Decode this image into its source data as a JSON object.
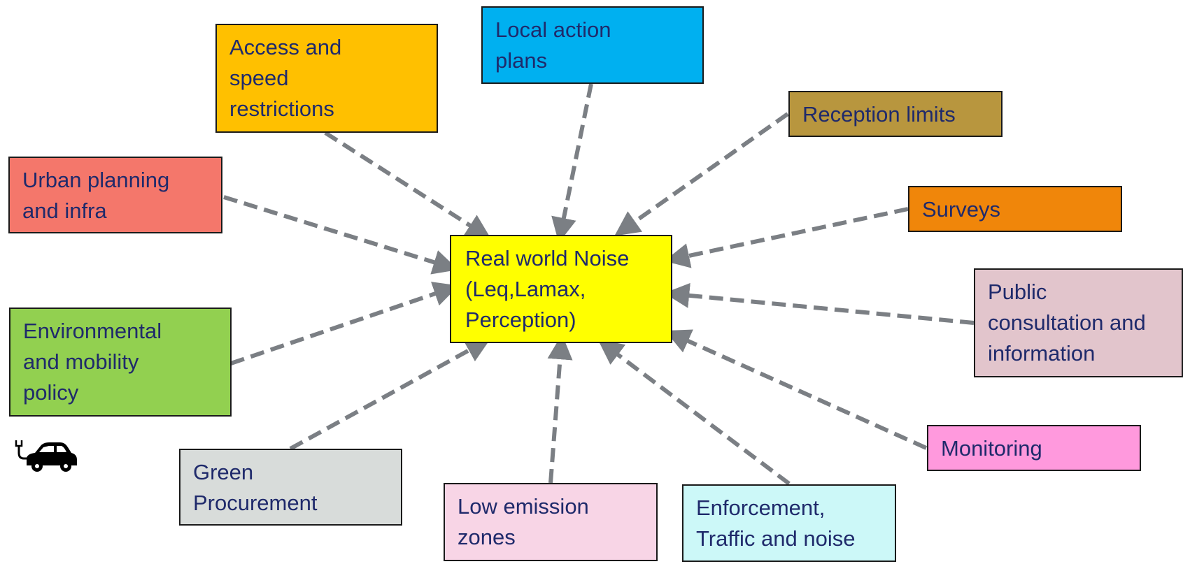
{
  "center": {
    "label": "Real world Noise\n(Leq,Lamax,\nPerception)",
    "color": "#ffff00"
  },
  "nodes": [
    {
      "id": "access-speed-restrictions",
      "label": "Access and\nspeed\nrestrictions",
      "color": "#ffc000"
    },
    {
      "id": "local-action-plans",
      "label": "Local action\nplans",
      "color": "#00b0f0"
    },
    {
      "id": "reception-limits",
      "label": "Reception limits",
      "color": "#b8963e"
    },
    {
      "id": "urban-planning-infra",
      "label": "Urban planning\nand infra",
      "color": "#f4776b"
    },
    {
      "id": "surveys",
      "label": "Surveys",
      "color": "#f0860a"
    },
    {
      "id": "public-consultation",
      "label": "Public\nconsultation and\ninformation",
      "color": "#e2c5cc"
    },
    {
      "id": "environmental-mobility-policy",
      "label": "Environmental\nand mobility\npolicy",
      "color": "#92d050"
    },
    {
      "id": "monitoring",
      "label": "Monitoring",
      "color": "#ff99dd"
    },
    {
      "id": "green-procurement",
      "label": "Green\nProcurement",
      "color": "#d8dcda"
    },
    {
      "id": "low-emission-zones",
      "label": "Low emission\nzones",
      "color": "#f8d5e6"
    },
    {
      "id": "enforcement-traffic-noise",
      "label": "Enforcement,\nTraffic and noise",
      "color": "#ccf8f8"
    }
  ],
  "connector_color": "#7b7f84",
  "icons": {
    "ev_car": "electric-car-icon"
  }
}
